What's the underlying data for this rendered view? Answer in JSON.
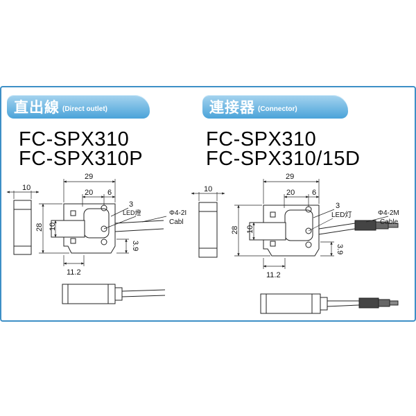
{
  "left": {
    "tab": {
      "main": "直出線",
      "sub": "(Direct outlet)"
    },
    "models": [
      "FC-SPX310",
      "FC-SPX310P"
    ],
    "dims": {
      "d10": "10",
      "d29": "29",
      "d20": "20",
      "d6": "6",
      "d3": "3",
      "d28": "28",
      "d10v": "10",
      "d39": "3.9",
      "d112": "11.2"
    },
    "labels": {
      "led": "LED燈",
      "cable_size": "Φ4-2I",
      "cable": "Cabl"
    }
  },
  "right": {
    "tab": {
      "main": "連接器",
      "sub": "(Connector)"
    },
    "models": [
      "FC-SPX310",
      "FC-SPX310/15D"
    ],
    "dims": {
      "d10": "10",
      "d29": "29",
      "d20": "20",
      "d6": "6",
      "d3": "3",
      "d28": "28",
      "d10v": "10",
      "d39": "3.9",
      "d112": "11.2"
    },
    "labels": {
      "led": "LED灯",
      "cable_size": "Φ4-2M",
      "cable": "Cable"
    }
  },
  "colors": {
    "accent": "#4aa3d9",
    "border": "#3d8fc6"
  }
}
